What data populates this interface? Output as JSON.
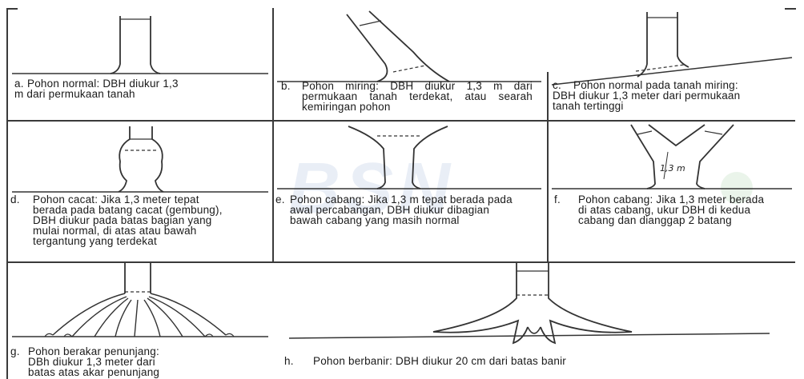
{
  "panels": {
    "a": {
      "letter": "a.",
      "text": "Pohon normal: DBH diukur 1,3 m dari permukaan tanah"
    },
    "b": {
      "letter": "b.",
      "text": "Pohon miring: DBH diukur 1,3 m dari permukaan tanah terdekat, atau searah kemiringan pohon"
    },
    "c": {
      "letter": "c.",
      "text": "Pohon normal pada tanah miring: DBH diukur 1,3 meter dari permukaan tanah tertinggi"
    },
    "d": {
      "letter": "d.",
      "text": "Pohon cacat: Jika 1,3 meter tepat berada pada batang cacat (gembung), DBH diukur pada batas bagian yang mulai normal, di atas atau bawah tergantung yang terdekat"
    },
    "e": {
      "letter": "e.",
      "text": "Pohon cabang: Jika 1,3 m tepat berada pada awal percabangan, DBH diukur dibagian bawah cabang yang masih normal"
    },
    "f": {
      "letter": "f.",
      "text": "Pohon cabang: Jika 1,3 meter berada di atas cabang, ukur DBH di kedua cabang dan dianggap 2 batang"
    },
    "g": {
      "letter": "g.",
      "text": "Pohon berakar penunjang: DBh diukur 1,3 meter dari batas atas akar penunjang"
    },
    "h": {
      "letter": "h.",
      "text": "Pohon berbanir: DBH diukur 20 cm dari batas banir"
    }
  },
  "annotation_f": "1,3 m",
  "watermark": "BSN"
}
